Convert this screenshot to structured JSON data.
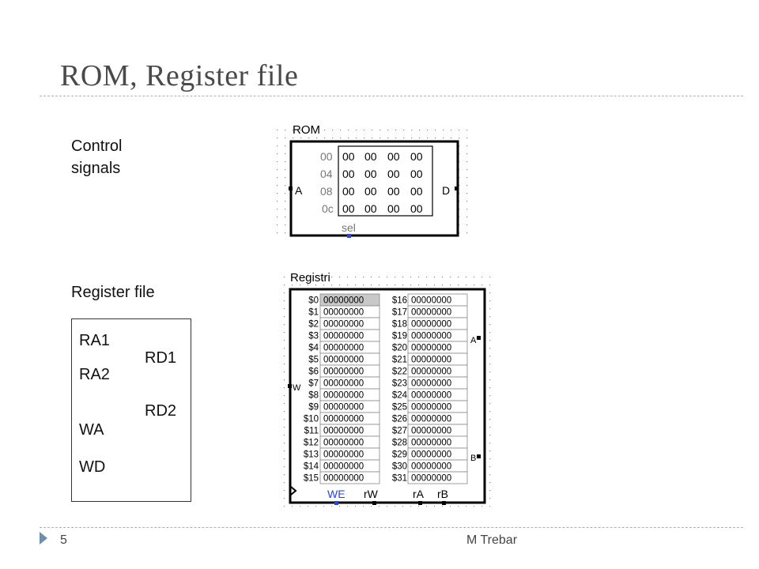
{
  "slide": {
    "title": "ROM, Register file",
    "control_label": "Control signals",
    "control_line1": "Control",
    "control_line2": "signals",
    "regfile_label": "Register file",
    "page_number": "5",
    "author": "M Trebar"
  },
  "regfile_box": {
    "pins": [
      "RA1",
      "RD1",
      "RA2",
      "RD2",
      "WA",
      "WD"
    ]
  },
  "rom": {
    "title": "ROM",
    "addresses": [
      "00",
      "04",
      "08",
      "0c"
    ],
    "cells": [
      [
        "00",
        "00",
        "00",
        "00"
      ],
      [
        "00",
        "00",
        "00",
        "00"
      ],
      [
        "00",
        "00",
        "00",
        "00"
      ],
      [
        "00",
        "00",
        "00",
        "00"
      ]
    ],
    "port_a": "A",
    "port_d": "D",
    "port_sel": "sel"
  },
  "registri": {
    "title": "Registri",
    "left": [
      {
        "name": "$0",
        "value": "00000000"
      },
      {
        "name": "$1",
        "value": "00000000"
      },
      {
        "name": "$2",
        "value": "00000000"
      },
      {
        "name": "$3",
        "value": "00000000"
      },
      {
        "name": "$4",
        "value": "00000000"
      },
      {
        "name": "$5",
        "value": "00000000"
      },
      {
        "name": "$6",
        "value": "00000000"
      },
      {
        "name": "$7",
        "value": "00000000"
      },
      {
        "name": "$8",
        "value": "00000000"
      },
      {
        "name": "$9",
        "value": "00000000"
      },
      {
        "name": "$10",
        "value": "00000000"
      },
      {
        "name": "$11",
        "value": "00000000"
      },
      {
        "name": "$12",
        "value": "00000000"
      },
      {
        "name": "$13",
        "value": "00000000"
      },
      {
        "name": "$14",
        "value": "00000000"
      },
      {
        "name": "$15",
        "value": "00000000"
      }
    ],
    "right": [
      {
        "name": "$16",
        "value": "00000000"
      },
      {
        "name": "$17",
        "value": "00000000"
      },
      {
        "name": "$18",
        "value": "00000000"
      },
      {
        "name": "$19",
        "value": "00000000"
      },
      {
        "name": "$20",
        "value": "00000000"
      },
      {
        "name": "$21",
        "value": "00000000"
      },
      {
        "name": "$22",
        "value": "00000000"
      },
      {
        "name": "$23",
        "value": "00000000"
      },
      {
        "name": "$24",
        "value": "00000000"
      },
      {
        "name": "$25",
        "value": "00000000"
      },
      {
        "name": "$26",
        "value": "00000000"
      },
      {
        "name": "$27",
        "value": "00000000"
      },
      {
        "name": "$28",
        "value": "00000000"
      },
      {
        "name": "$29",
        "value": "00000000"
      },
      {
        "name": "$30",
        "value": "00000000"
      },
      {
        "name": "$31",
        "value": "00000000"
      }
    ],
    "port_w": "W",
    "port_a": "A",
    "port_b": "B",
    "bottom_ports": [
      "WE",
      "rW",
      "rA",
      "rB"
    ]
  },
  "colors": {
    "title": "#4a4a4a",
    "rule": "#9eb4c8",
    "bullet": "#6f8fa8",
    "pin_blue": "#2a46d8",
    "highlight": "#c8c8c8"
  }
}
